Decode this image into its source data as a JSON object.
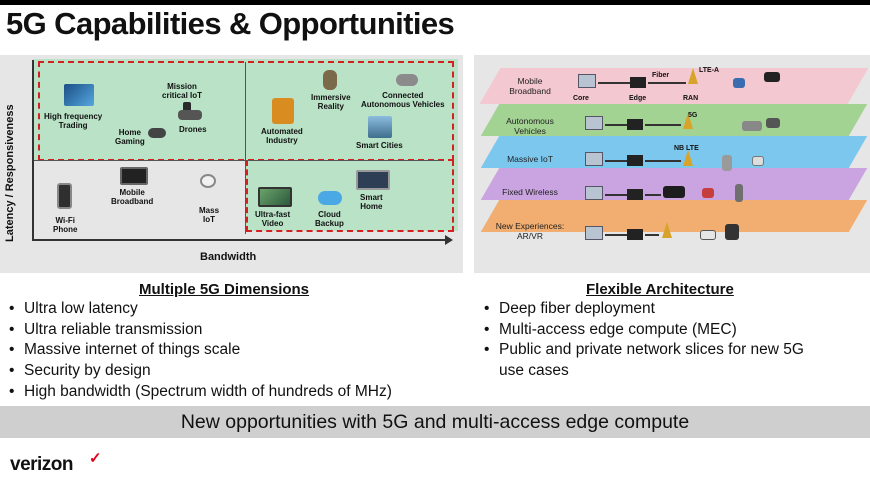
{
  "title": "5G Capabilities & Opportunities",
  "left_chart": {
    "ylabel": "Latency / Responsiveness",
    "xlabel": "Bandwidth",
    "use_cases": [
      {
        "label": "High frequency\nTrading",
        "icon": "trading-screen-icon"
      },
      {
        "label": "Mission\ncritical IoT",
        "icon": "traffic-light-icon"
      },
      {
        "label": "Home\nGaming",
        "icon": "gamepad-icon"
      },
      {
        "label": "Drones",
        "icon": "drone-icon"
      },
      {
        "label": "Wi-Fi\nPhone",
        "icon": "phone-icon"
      },
      {
        "label": "Mobile\nBroadband",
        "icon": "tablet-icon"
      },
      {
        "label": "Mass\nIoT",
        "icon": "sensor-icon"
      },
      {
        "label": "Immersive\nReality",
        "icon": "vr-headset-icon"
      },
      {
        "label": "Connected\nAutonomous Vehicles",
        "icon": "car-icon"
      },
      {
        "label": "Automated\nIndustry",
        "icon": "robot-arm-icon"
      },
      {
        "label": "Smart Cities",
        "icon": "city-icon"
      },
      {
        "label": "Ultra-fast\nVideo",
        "icon": "video-icon"
      },
      {
        "label": "Cloud\nBackup",
        "icon": "cloud-icon"
      },
      {
        "label": "Smart\nHome",
        "icon": "smart-home-icon"
      }
    ],
    "colors": {
      "quadrant": "#b9e2c6",
      "dashed_border": "#d42020",
      "panel": "#e6e6e6"
    }
  },
  "right_diagram": {
    "layers": [
      {
        "label": "Mobile\nBroadband",
        "color": "#f4c4cd"
      },
      {
        "label": "Autonomous\nVehicles",
        "color": "#9bd08a"
      },
      {
        "label": "Massive IoT",
        "color": "#6fc3ee"
      },
      {
        "label": "Fixed Wireless",
        "color": "#c79be0"
      },
      {
        "label": "New Experiences:\nAR/VR",
        "color": "#f3a763"
      }
    ],
    "node_labels": {
      "core": "Core",
      "edge": "Edge",
      "ran": "RAN",
      "fiber": "Fiber",
      "lte_a": "LTE-A",
      "five_g": "5G",
      "nb_lte": "NB LTE"
    }
  },
  "left_section": {
    "title": "Multiple 5G Dimensions",
    "bullets": [
      "Ultra low latency",
      "Ultra reliable transmission",
      "Massive internet of things scale",
      "Security by design",
      "High bandwidth (Spectrum width of hundreds of MHz)"
    ]
  },
  "right_section": {
    "title": "Flexible Architecture",
    "bullets": [
      "Deep fiber deployment",
      "Multi-access edge compute (MEC)",
      "Public and private network slices for new 5G\nuse cases"
    ]
  },
  "banner": "New opportunities with 5G and multi-access edge compute",
  "logo": "verizon",
  "logo_mark": "✓",
  "logo_color": "#e3001b"
}
